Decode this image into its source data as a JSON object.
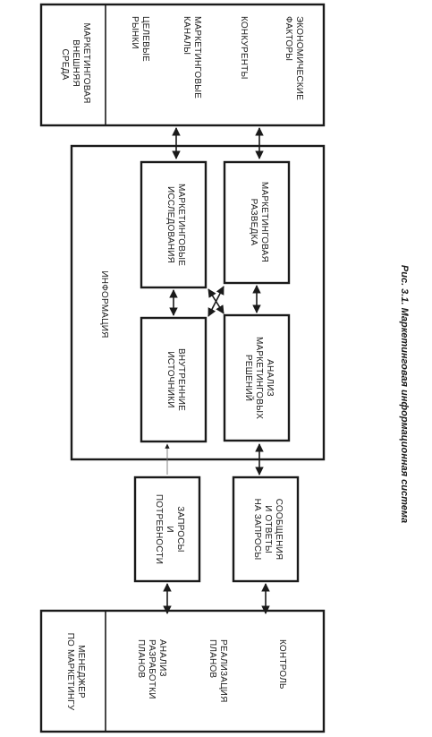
{
  "environment": {
    "title": [
      "МАРКЕТИНГОВАЯ",
      "ВНЕШНЯЯ",
      "СРЕДА"
    ],
    "items": [
      [
        "ЦЕЛЕВЫЕ",
        "РЫНКИ"
      ],
      [
        "МАРКЕТИНГОВЫЕ",
        "КАНАЛЫ"
      ],
      [
        "КОНКУРЕНТЫ"
      ],
      [
        "ЭКОНОМИЧЕСКИЕ",
        "ФАКТОРЫ"
      ]
    ]
  },
  "information": {
    "title": "ИНФОРМАЦИЯ",
    "research": [
      "МАРКЕТИНГОВЫЕ",
      "ИССЛЕДОВАНИЯ"
    ],
    "intelligence": [
      "МАРКЕТИНГОВАЯ",
      "РАЗВЕДКА"
    ],
    "internal": [
      "ВНУТРЕННИЕ",
      "ИСТОЧНИКИ"
    ],
    "analysis": [
      "АНАЛИЗ",
      "МАРКЕТИНГОВЫХ",
      "РЕШЕНИЙ"
    ]
  },
  "requests": [
    "ЗАПРОСЫ",
    "И",
    "ПОТРЕБНОСТИ"
  ],
  "messages": [
    "СООБЩЕНИЯ",
    "И ОТВЕТЫ",
    "НА ЗАПРОСЫ"
  ],
  "manager": {
    "title": [
      "МЕНЕДЖЕР",
      "ПО МАРКЕТИНГУ"
    ],
    "items": [
      [
        "АНАЛИЗ",
        "РАЗРАБОТКИ",
        "ПЛАНОВ"
      ],
      [
        "РЕАЛИЗАЦИЯ",
        "ПЛАНОВ"
      ],
      [
        "КОНТРОЛЬ"
      ]
    ]
  },
  "caption": "Рис. 3.1. Маркетинговая информационная система"
}
